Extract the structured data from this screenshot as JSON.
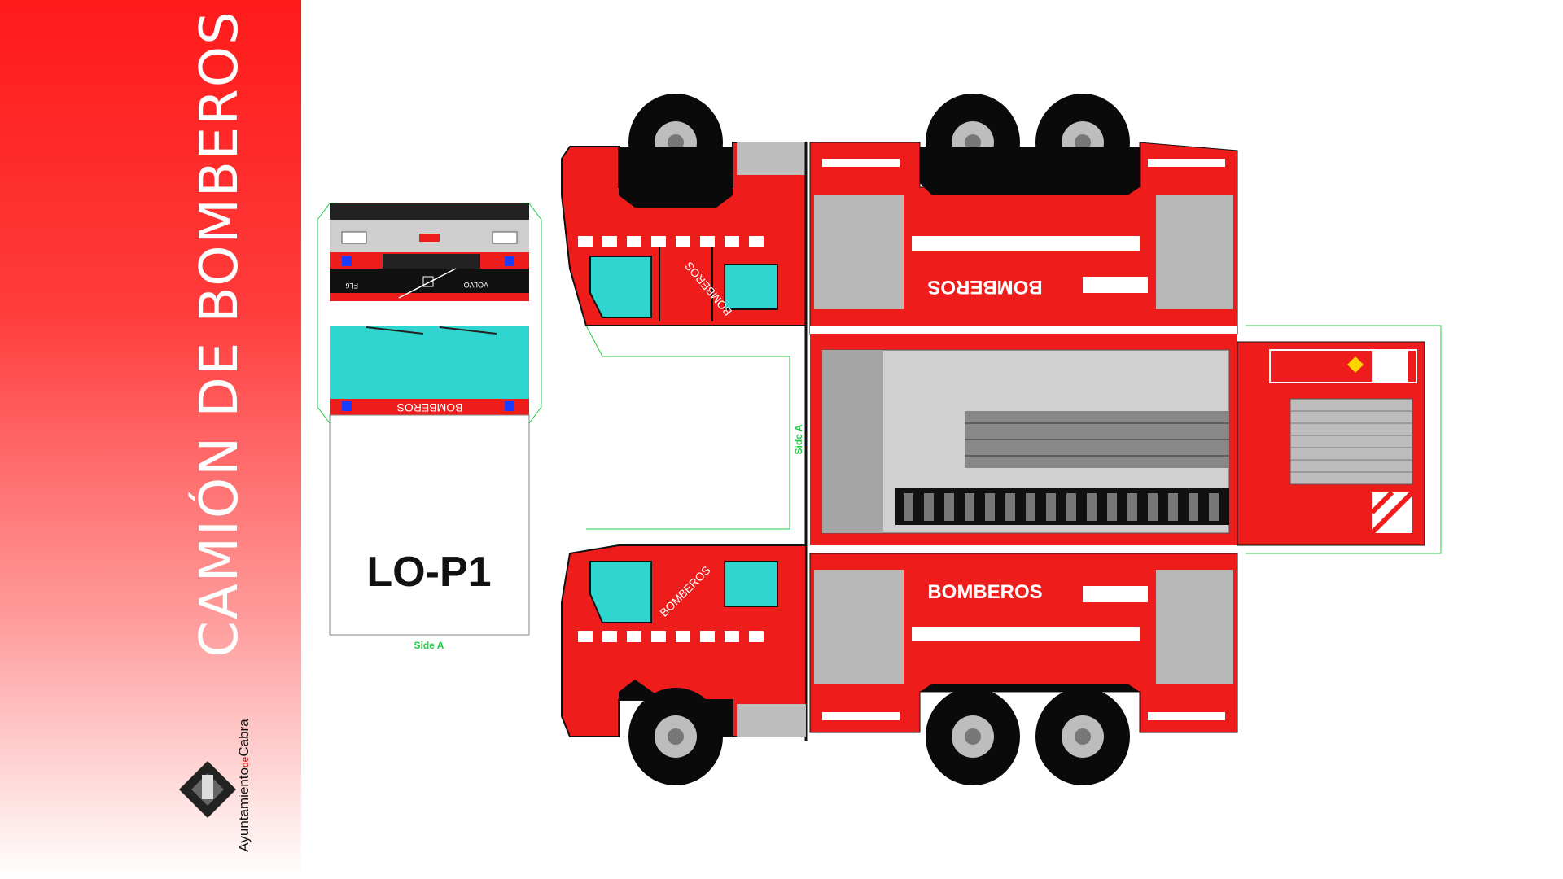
{
  "page": {
    "title": "CAMIÓN DE BOMBEROS",
    "brand_color": "#ff1a1a",
    "guide_color": "#22cc44"
  },
  "logo": {
    "name_main": "Ayuntamiento",
    "name_de": "de",
    "name_city": "Cabra"
  },
  "model": {
    "plate": "LO-P1",
    "side_label": "Side A",
    "body_label": "BOMBEROS",
    "front_brand": "VOLVO",
    "front_model": "FL6"
  },
  "colors": {
    "body": "#ef1c1c",
    "glass": "#2fd6cf",
    "tire": "#0a0a0a",
    "metal": "#bdbdbd"
  }
}
